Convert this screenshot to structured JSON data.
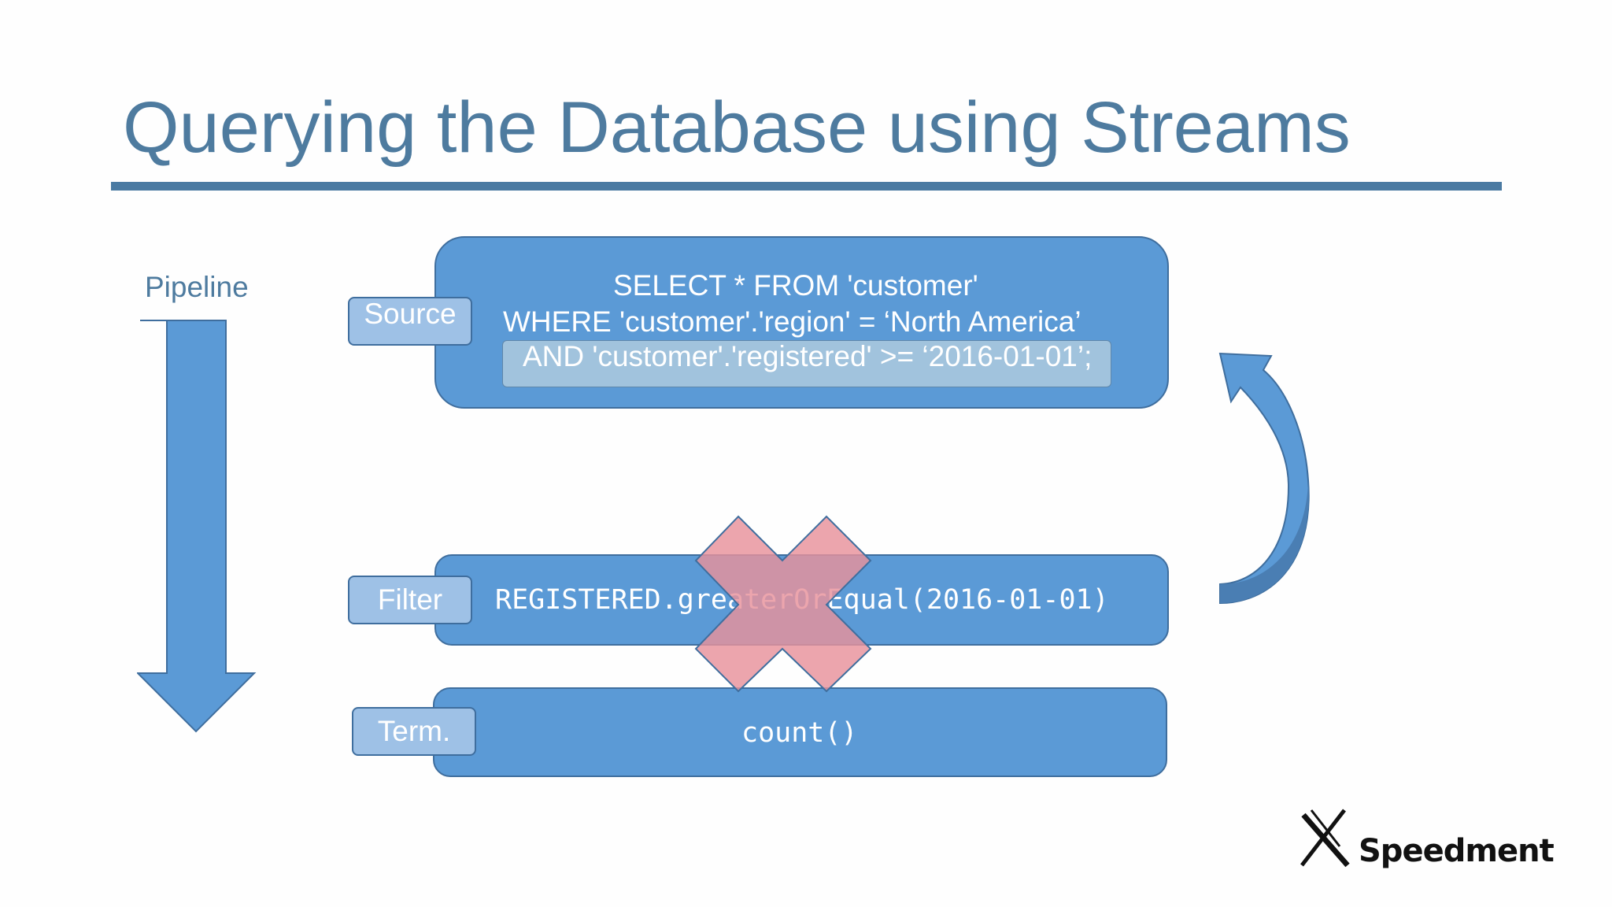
{
  "slide": {
    "title": "Querying the Database using Streams",
    "pipeline_label": "Pipeline",
    "source": {
      "tag": "Source",
      "sql_line_1": "SELECT * FROM 'customer'",
      "sql_line_2": "WHERE 'customer'.'region' = ‘North America’",
      "sql_line_3": "AND 'customer'.'registered' >= ‘2016-01-01’;"
    },
    "filter": {
      "tag": "Filter",
      "code": "REGISTERED.greaterOrEqual(2016-01-01)"
    },
    "terminal": {
      "tag": "Term.",
      "code": "count()"
    },
    "logo_text": "Speedment"
  },
  "colors": {
    "title": "#4e7b9f",
    "box_fill": "#5b9ad6",
    "box_border": "#3f6e9e",
    "tag_fill": "#9ec1e6",
    "highlight": "#a1c3dd",
    "cross": "#e8919b"
  },
  "icons": [
    "pipeline-down-arrow-icon",
    "cross-out-icon",
    "curved-up-arrow-icon",
    "speedment-logo-icon"
  ]
}
